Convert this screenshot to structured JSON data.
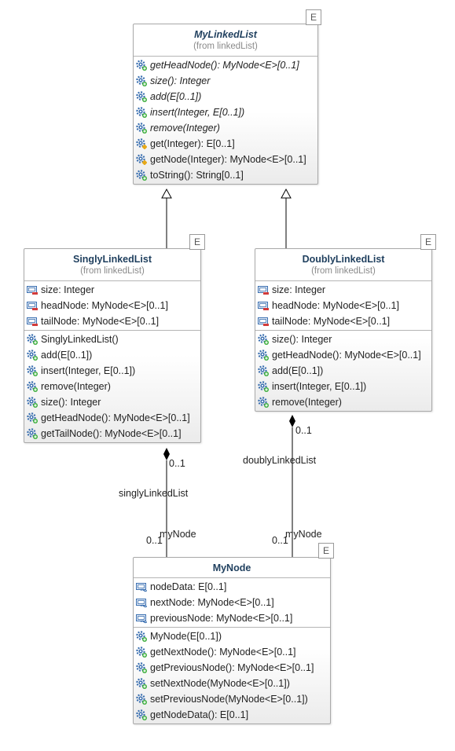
{
  "classes": {
    "mylinkedlist": {
      "name": "MyLinkedList",
      "from": "(from linkedList)",
      "badge": "E",
      "operations": [
        {
          "text": "getHeadNode(): MyNode<E>[0..1]",
          "icon": "public-operation-icon"
        },
        {
          "text": "size(): Integer",
          "icon": "public-operation-icon"
        },
        {
          "text": "add(E[0..1])",
          "icon": "public-operation-icon"
        },
        {
          "text": "insert(Integer, E[0..1])",
          "icon": "public-operation-icon"
        },
        {
          "text": "remove(Integer)",
          "icon": "public-operation-icon"
        },
        {
          "text": "get(Integer): E[0..1]",
          "icon": "protected-operation-icon"
        },
        {
          "text": "getNode(Integer): MyNode<E>[0..1]",
          "icon": "protected-operation-icon"
        },
        {
          "text": "toString(): String[0..1]",
          "icon": "public-operation-icon"
        }
      ]
    },
    "singly": {
      "name": "SinglyLinkedList",
      "from": "(from linkedList)",
      "badge": "E",
      "attributes": [
        {
          "text": "size: Integer",
          "icon": "private-attribute-icon"
        },
        {
          "text": "headNode: MyNode<E>[0..1]",
          "icon": "private-attribute-icon"
        },
        {
          "text": "tailNode: MyNode<E>[0..1]",
          "icon": "private-attribute-icon"
        }
      ],
      "operations": [
        {
          "text": "SinglyLinkedList()",
          "icon": "constructor-icon"
        },
        {
          "text": "add(E[0..1])",
          "icon": "public-operation-icon"
        },
        {
          "text": "insert(Integer, E[0..1])",
          "icon": "public-operation-icon"
        },
        {
          "text": "remove(Integer)",
          "icon": "public-operation-icon"
        },
        {
          "text": "size(): Integer",
          "icon": "public-operation-icon"
        },
        {
          "text": "getHeadNode(): MyNode<E>[0..1]",
          "icon": "public-operation-icon"
        },
        {
          "text": "getTailNode(): MyNode<E>[0..1]",
          "icon": "public-operation-icon"
        }
      ]
    },
    "doubly": {
      "name": "DoublyLinkedList",
      "from": "(from linkedList)",
      "badge": "E",
      "attributes": [
        {
          "text": "size: Integer",
          "icon": "private-attribute-icon"
        },
        {
          "text": "headNode: MyNode<E>[0..1]",
          "icon": "private-attribute-icon"
        },
        {
          "text": "tailNode: MyNode<E>[0..1]",
          "icon": "private-attribute-icon"
        }
      ],
      "operations": [
        {
          "text": "size(): Integer",
          "icon": "public-operation-icon"
        },
        {
          "text": "getHeadNode(): MyNode<E>[0..1]",
          "icon": "public-operation-icon"
        },
        {
          "text": "add(E[0..1])",
          "icon": "public-operation-icon"
        },
        {
          "text": "insert(Integer, E[0..1])",
          "icon": "public-operation-icon"
        },
        {
          "text": "remove(Integer)",
          "icon": "public-operation-icon"
        }
      ]
    },
    "mynode": {
      "name": "MyNode",
      "badge": "E",
      "attributes": [
        {
          "text": "nodeData: E[0..1]",
          "icon": "package-attribute-icon"
        },
        {
          "text": "nextNode: MyNode<E>[0..1]",
          "icon": "package-attribute-icon"
        },
        {
          "text": "previousNode: MyNode<E>[0..1]",
          "icon": "package-attribute-icon"
        }
      ],
      "operations": [
        {
          "text": "MyNode(E[0..1])",
          "icon": "public-operation-icon"
        },
        {
          "text": "getNextNode(): MyNode<E>[0..1]",
          "icon": "public-operation-icon"
        },
        {
          "text": "getPreviousNode(): MyNode<E>[0..1]",
          "icon": "public-operation-icon"
        },
        {
          "text": "setNextNode(MyNode<E>[0..1])",
          "icon": "public-operation-icon"
        },
        {
          "text": "setPreviousNode(MyNode<E>[0..1])",
          "icon": "public-operation-icon"
        },
        {
          "text": "getNodeData(): E[0..1]",
          "icon": "public-operation-icon"
        }
      ]
    }
  },
  "associations": {
    "singly": {
      "role_end": "singlyLinkedList",
      "multiplicity_owner": "0..1",
      "role_node": "myNode",
      "multiplicity_node": "0..1"
    },
    "doubly": {
      "role_end": "doublyLinkedList",
      "multiplicity_owner": "0..1",
      "role_node": "myNode",
      "multiplicity_node": "0..1"
    }
  },
  "colors": {
    "class_name": "#1f3f5e",
    "public_green": "#3cae3c",
    "private_red": "#d23b3b",
    "protected_orange": "#e6a817",
    "gear_blue": "#3a6fb0"
  }
}
